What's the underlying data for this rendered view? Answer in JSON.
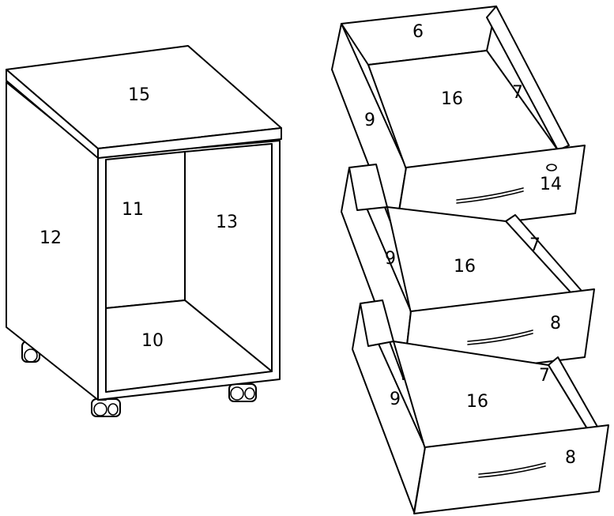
{
  "cabinet": {
    "labels": {
      "top": "15",
      "left_side": "12",
      "back": "11",
      "right_side": "13",
      "bottom": "10"
    }
  },
  "drawers": [
    {
      "back": "6",
      "left_side": "9",
      "right_side": "7",
      "bottom": "16",
      "front": "14"
    },
    {
      "left_side": "9",
      "right_side": "7",
      "bottom": "16",
      "front": "8"
    },
    {
      "left_side": "9",
      "right_side": "7",
      "bottom": "16",
      "front": "8"
    }
  ]
}
